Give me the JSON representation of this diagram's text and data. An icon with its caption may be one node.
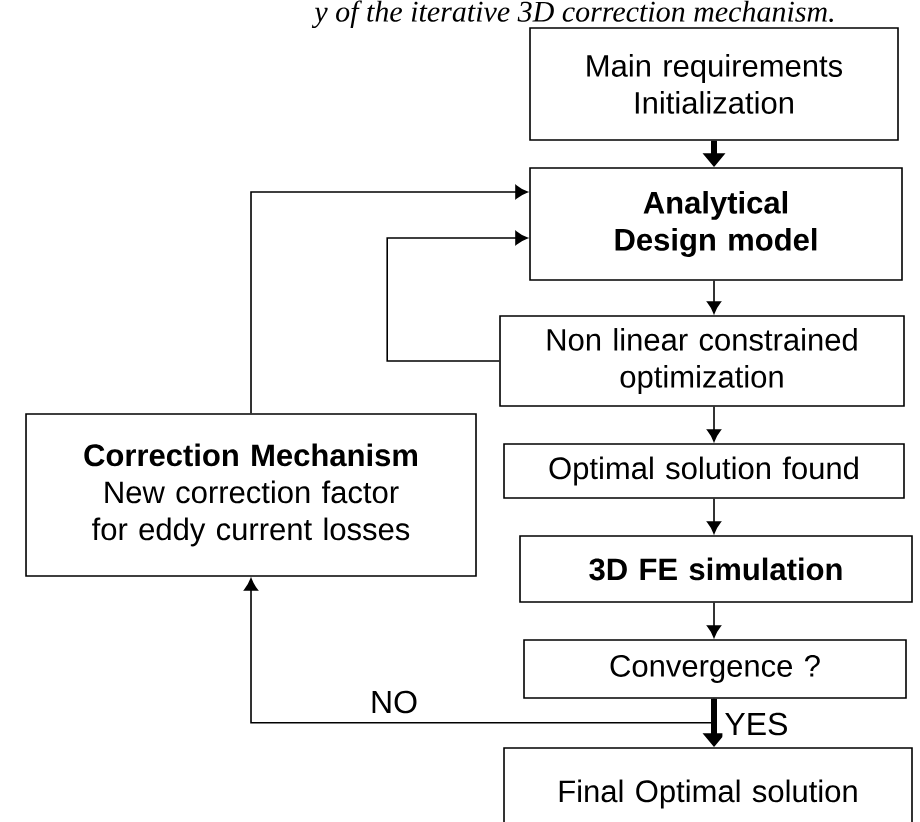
{
  "diagram": {
    "nodes": [
      {
        "text": [
          "Main requirements Initialization"
        ]
      },
      {
        "text": [
          "Analytical Design model"
        ]
      },
      {
        "text": [
          "Non linear constrained optimization"
        ]
      },
      {
        "text": [
          "Optimal solution found"
        ]
      },
      {
        "text": [
          "3D FE simulation"
        ]
      },
      {
        "text": [
          "Convergence ?"
        ]
      },
      {
        "text": [
          "Final Optimal solution"
        ]
      },
      {
        "text": [
          "Correction Mechanism",
          "New correction factor for eddy current losses"
        ]
      }
    ],
    "edges": [
      {
        "from": 0,
        "to": 1,
        "arrow": "to",
        "style": "thick"
      },
      {
        "from": 1,
        "to": 2,
        "arrow": "to"
      },
      {
        "from": 2,
        "to": 1,
        "arrow": "to"
      },
      {
        "from": 7,
        "to": 1,
        "arrow": "to"
      },
      {
        "from": 2,
        "to": 3,
        "arrow": "to"
      },
      {
        "from": 3,
        "to": 4,
        "arrow": "to"
      },
      {
        "from": 4,
        "to": 5,
        "arrow": "to"
      },
      {
        "from": 5,
        "to": 6,
        "arrow": "to",
        "style": "thick",
        "label": "YES"
      },
      {
        "from": 5,
        "to": 7,
        "arrow": "to",
        "label": "NO"
      }
    ],
    "labels": [
      "y of the iterative 3D correction mechanism."
    ]
  }
}
